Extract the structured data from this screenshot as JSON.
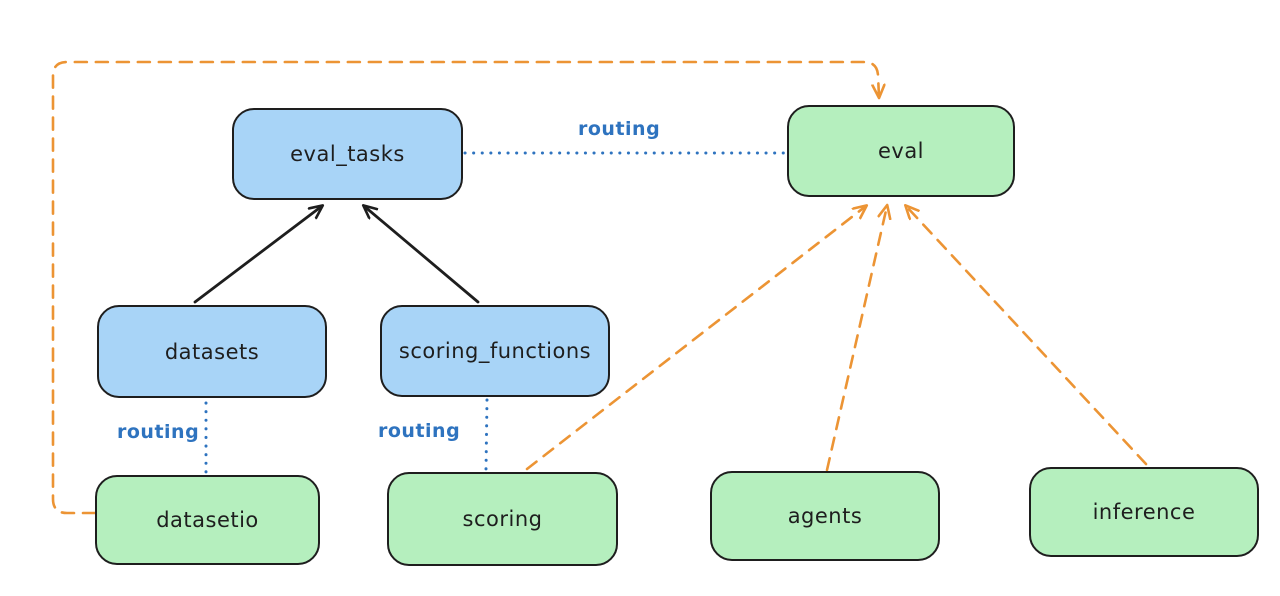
{
  "diagram": {
    "nodes": {
      "eval_tasks": {
        "label": "eval_tasks",
        "kind": "api"
      },
      "eval": {
        "label": "eval",
        "kind": "provider"
      },
      "datasets": {
        "label": "datasets",
        "kind": "api"
      },
      "scoring_functions": {
        "label": "scoring_functions",
        "kind": "api"
      },
      "datasetio": {
        "label": "datasetio",
        "kind": "provider"
      },
      "scoring": {
        "label": "scoring",
        "kind": "provider"
      },
      "agents": {
        "label": "agents",
        "kind": "provider"
      },
      "inference": {
        "label": "inference",
        "kind": "provider"
      }
    },
    "edge_labels": {
      "routing_top": "routing",
      "routing_datasets": "routing",
      "routing_scoring": "routing"
    },
    "colors": {
      "api_fill": "#a8d4f7",
      "provider_fill": "#b5efbe",
      "stroke": "#1e1e1e",
      "routing_line": "#2e73bf",
      "dependency_line": "#ec9434"
    }
  }
}
